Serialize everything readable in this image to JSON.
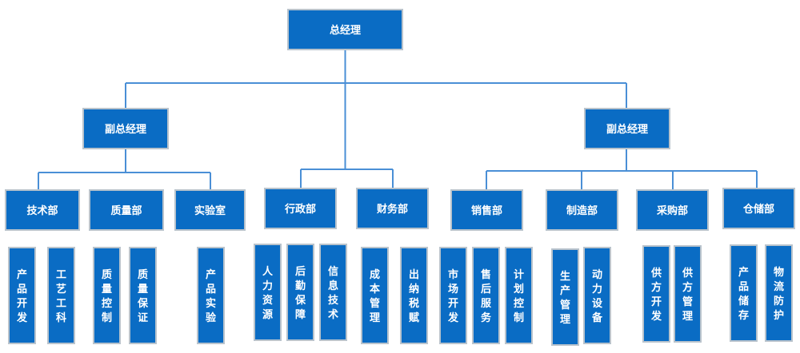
{
  "colors": {
    "box_fill": "#0a6cc4",
    "box_border": "#b9c3cc",
    "line": "#4a8fd6",
    "text": "#ffffff"
  },
  "org": {
    "ceo": "总经理",
    "deputies": [
      "副总经理",
      "副总经理"
    ],
    "departments": [
      "技术部",
      "质量部",
      "实验室",
      "行政部",
      "财务部",
      "销售部",
      "制造部",
      "采购部",
      "仓储部"
    ],
    "functions": [
      "产品开发",
      "工艺工科",
      "质量控制",
      "质量保证",
      "产品实验",
      "人力资源",
      "后勤保障",
      "信息技术",
      "成本管理",
      "出纳税赋",
      "市场开发",
      "售后服务",
      "计划控制",
      "生产管理",
      "动力设备",
      "供方开发",
      "供方管理",
      "产品储存",
      "物流防护"
    ]
  }
}
